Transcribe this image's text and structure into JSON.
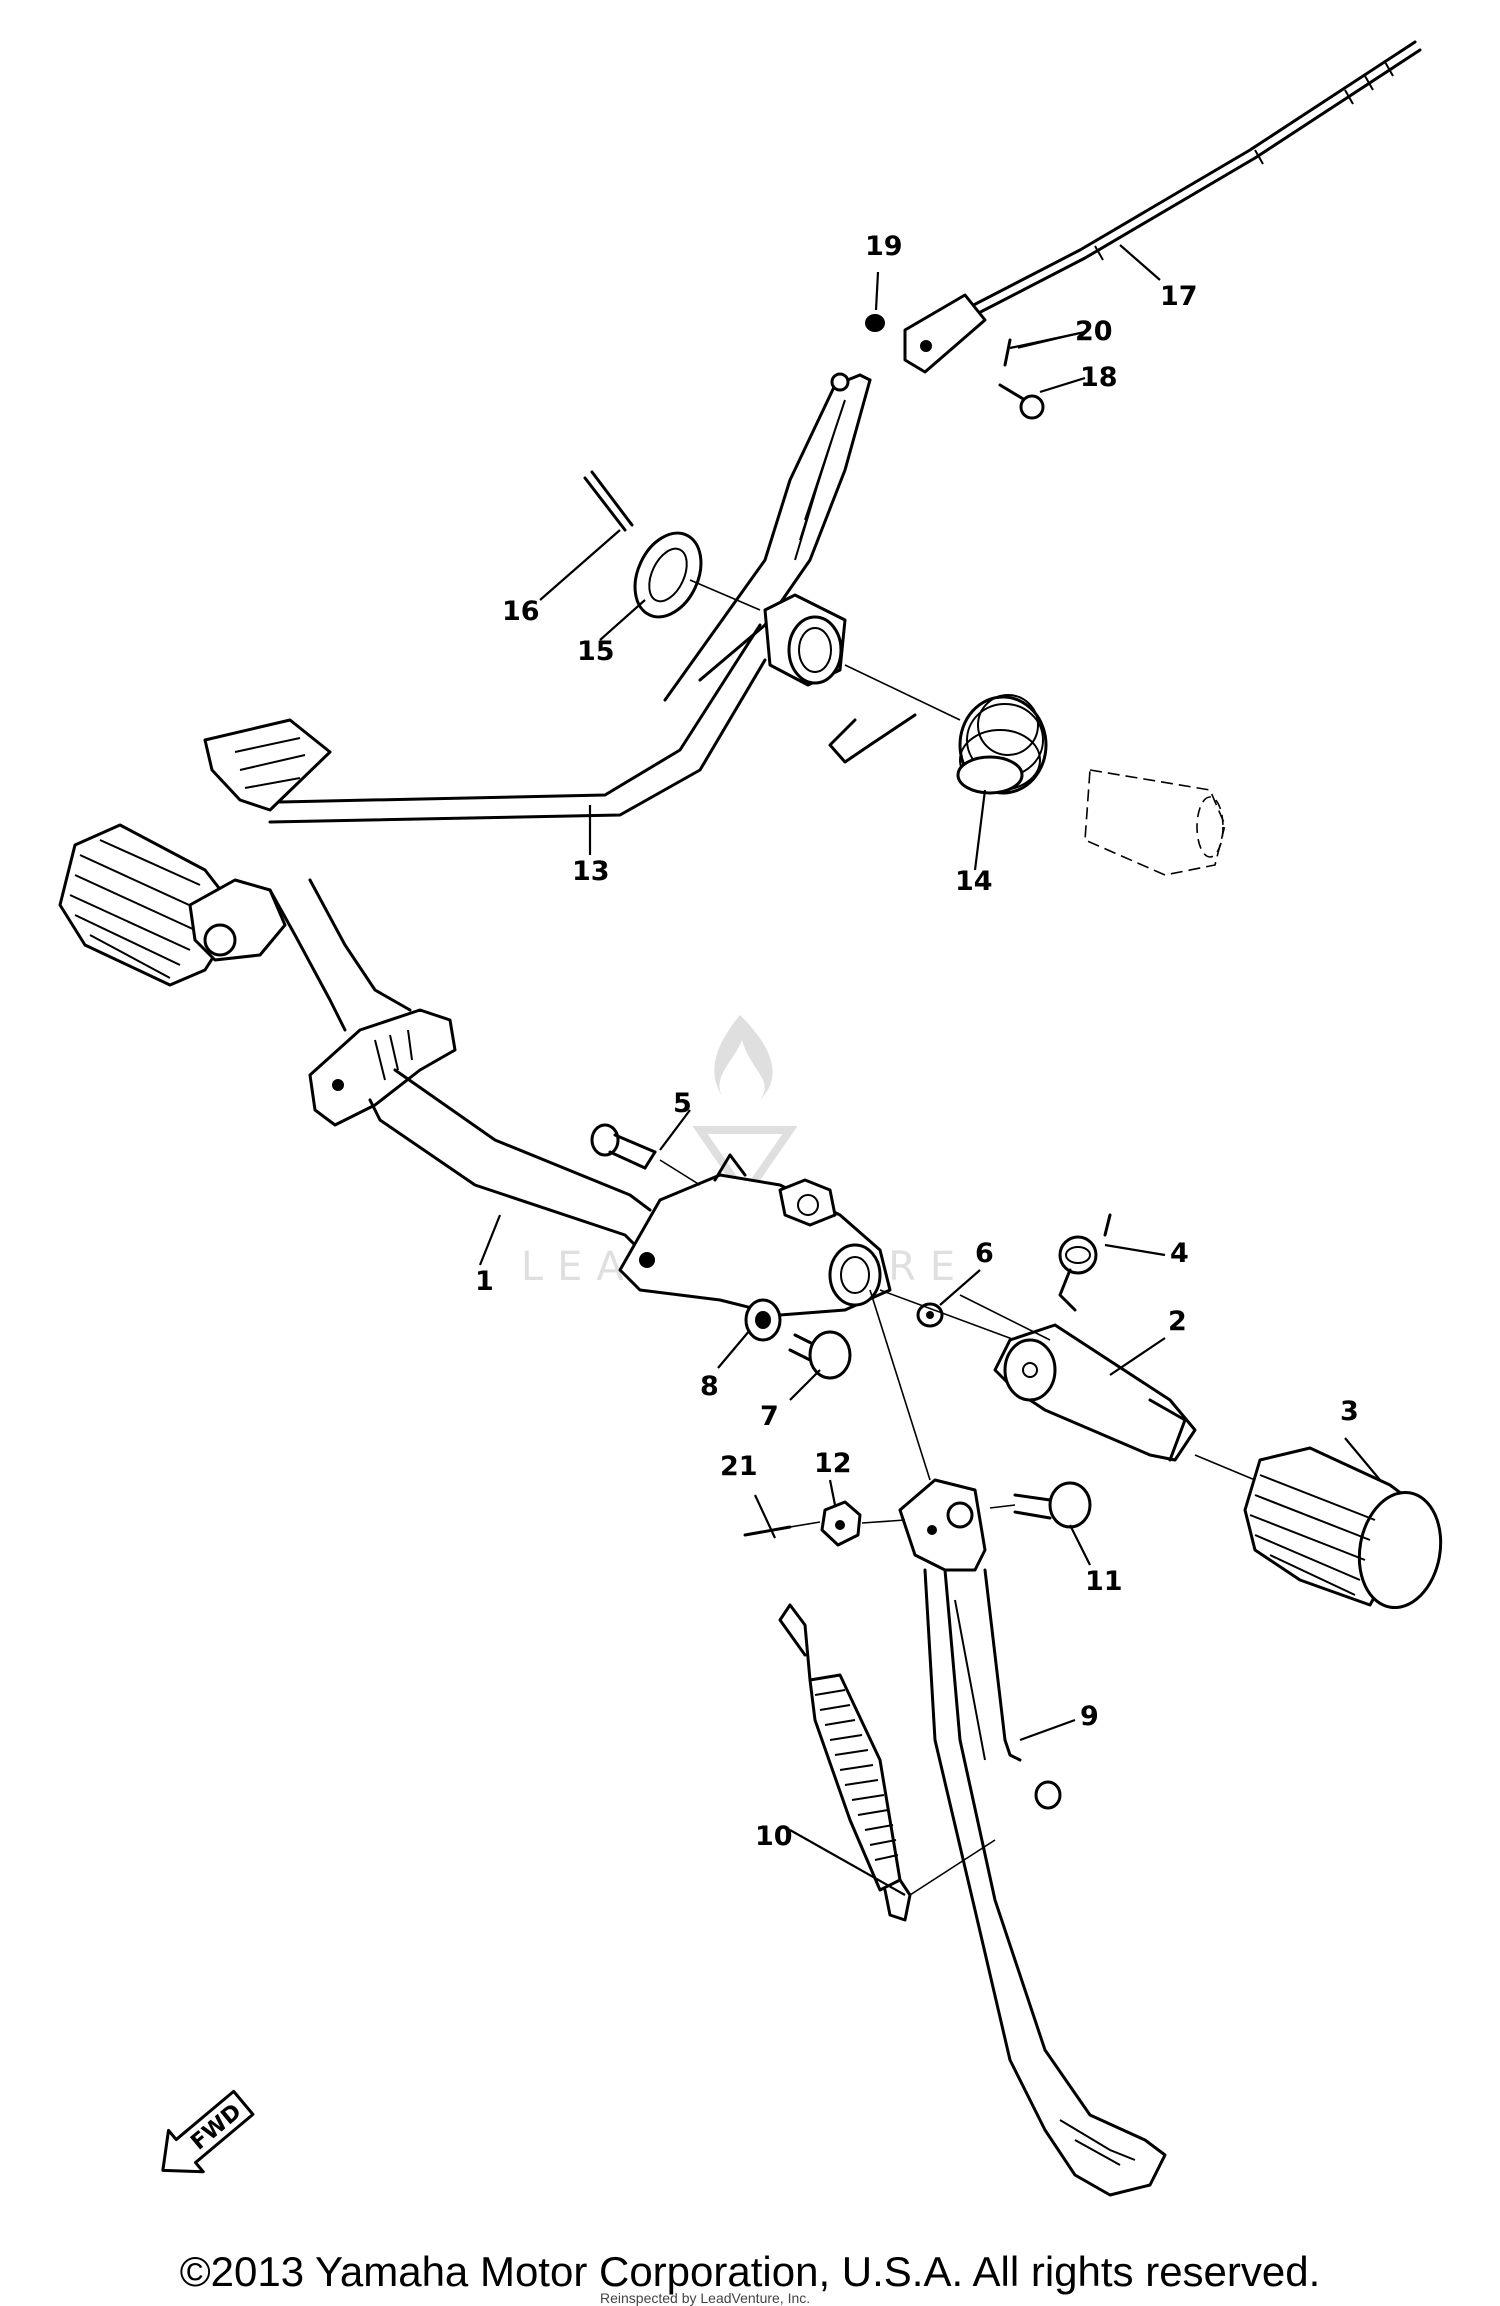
{
  "callouts": [
    "1",
    "2",
    "3",
    "4",
    "5",
    "6",
    "7",
    "8",
    "9",
    "10",
    "11",
    "12",
    "13",
    "14",
    "15",
    "16",
    "17",
    "18",
    "19",
    "20",
    "21"
  ],
  "fwd_label": "FWD",
  "copyright": "©2013 Yamaha Motor Corporation, U.S.A. All rights reserved.",
  "reprint_note": "Reinspected by LeadVenture, Inc.",
  "watermark": "LEADVENTURE"
}
